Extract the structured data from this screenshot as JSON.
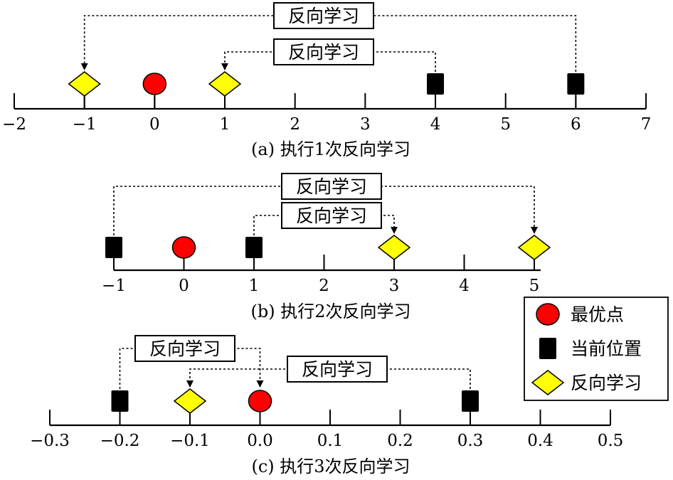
{
  "panels": [
    {
      "id": "a",
      "caption": "(a) 执行1次反向学习",
      "ticks": [
        "−2",
        "−1",
        "0",
        "1",
        "2",
        "3",
        "4",
        "5",
        "6",
        "7"
      ],
      "markers": [
        {
          "kind": "diamond",
          "value": -1
        },
        {
          "kind": "circle",
          "value": 0
        },
        {
          "kind": "diamond",
          "value": 1
        },
        {
          "kind": "square",
          "value": 4
        },
        {
          "kind": "square",
          "value": 6
        }
      ],
      "arrows": [
        {
          "from": 6,
          "to": -1,
          "label": "反向学习"
        },
        {
          "from": 4,
          "to": 1,
          "label": "反向学习"
        }
      ]
    },
    {
      "id": "b",
      "caption": "(b) 执行2次反向学习",
      "ticks": [
        "−1",
        "0",
        "1",
        "2",
        "3",
        "4",
        "5"
      ],
      "markers": [
        {
          "kind": "square",
          "value": -1
        },
        {
          "kind": "circle",
          "value": 0
        },
        {
          "kind": "square",
          "value": 1
        },
        {
          "kind": "diamond",
          "value": 3
        },
        {
          "kind": "diamond",
          "value": 5
        }
      ],
      "arrows": [
        {
          "from": -1,
          "to": 5,
          "label": "反向学习"
        },
        {
          "from": 1,
          "to": 3,
          "label": "反向学习"
        }
      ]
    },
    {
      "id": "c",
      "caption": "(c) 执行3次反向学习",
      "ticks": [
        "−0.3",
        "−0.2",
        "−0.1",
        "0.0",
        "0.1",
        "0.2",
        "0.3",
        "0.4",
        "0.5"
      ],
      "markers": [
        {
          "kind": "square",
          "value": -0.2
        },
        {
          "kind": "diamond",
          "value": -0.1
        },
        {
          "kind": "circle",
          "value": 0.0
        },
        {
          "kind": "square",
          "value": 0.3
        }
      ],
      "arrows": [
        {
          "from": -0.2,
          "to": 0.0,
          "label": "反向学习"
        },
        {
          "from": 0.3,
          "to": -0.1,
          "label": "反向学习"
        }
      ]
    }
  ],
  "legend": {
    "items": [
      {
        "kind": "circle",
        "label": "最优点"
      },
      {
        "kind": "square",
        "label": "当前位置"
      },
      {
        "kind": "diamond",
        "label": "反向学习"
      }
    ]
  },
  "colors": {
    "best": "#ff0000",
    "current": "#000000",
    "opposite": "#ffff00"
  },
  "icons": {
    "best": "red-circle-marker",
    "current": "black-square-marker",
    "opposite": "yellow-diamond-marker"
  }
}
